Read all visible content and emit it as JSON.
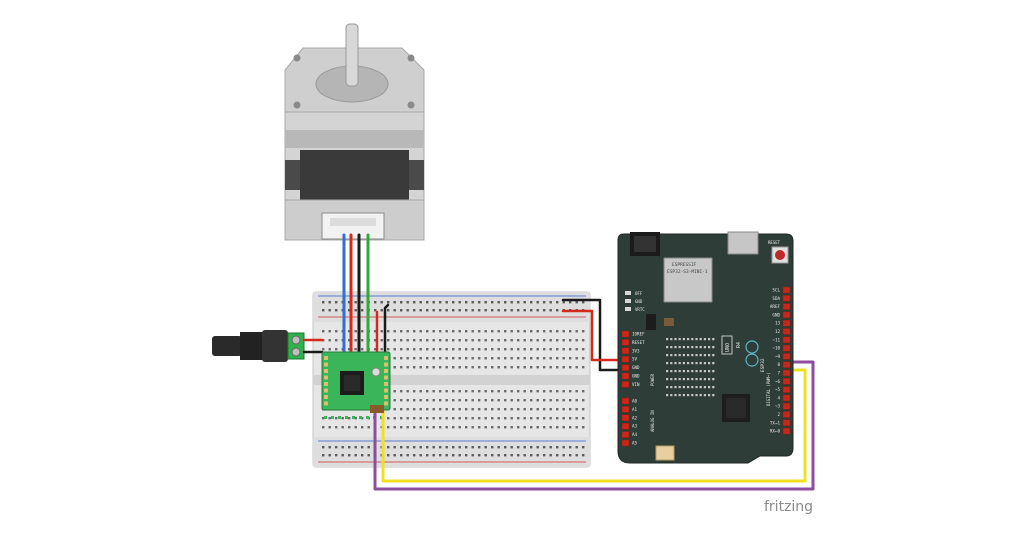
{
  "diagram": {
    "components": {
      "esp_module_line1": "ESPRESSIF",
      "esp_module_line2": "ESP32-S3-MINI-1",
      "header_left_labels": [
        "IOREF",
        "RESET",
        "3V3",
        "5V",
        "GND",
        "GND",
        "VIN"
      ],
      "header_analog_labels": [
        "A0",
        "A1",
        "A2",
        "A3",
        "A4",
        "A5"
      ],
      "header_right_labels": [
        "SCL",
        "SDA",
        "AREF",
        "GND",
        "13",
        "12",
        "~11",
        "~10",
        "~9",
        "8",
        "7",
        "~6",
        "~5",
        "4",
        "~3",
        "2",
        "TX→1",
        "RX←0"
      ],
      "top_left_labels": [
        "OFF",
        "GND",
        "VRTC"
      ],
      "power_label": "POWER",
      "analog_label": "ANALOG IN",
      "digital_label": "DIGITAL (PWM~)",
      "reset_label": "RESET",
      "logo_text": "UNO",
      "logo_sub": "R4",
      "esp_text": "ESP32"
    },
    "watermark": "fritzing",
    "colors": {
      "wire_black": "#1a1a1a",
      "wire_red": "#d42a1e",
      "wire_blue": "#2f6fd6",
      "wire_green": "#2faa3a",
      "wire_yellow": "#f0e020",
      "wire_purple": "#8e4e9e",
      "board_pcb": "#2e3d38",
      "driver_pcb": "#3ab55a",
      "header_red": "#c8281c"
    }
  }
}
